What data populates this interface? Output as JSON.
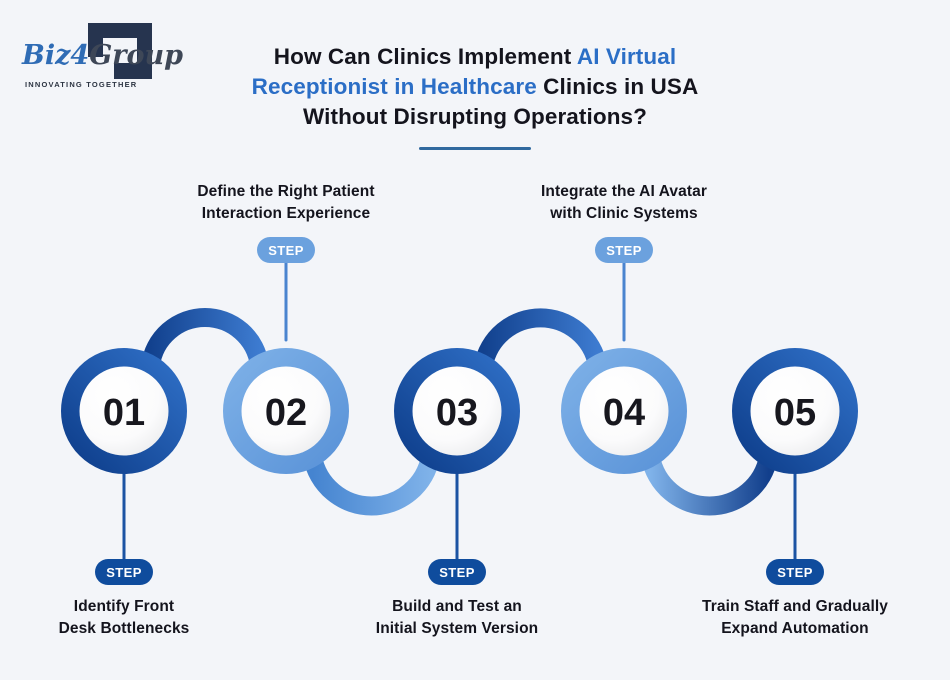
{
  "logo": {
    "brand_part1": "Biz",
    "brand_part2": "4",
    "brand_part3": "Group",
    "tagline": "INNOVATING TOGETHER",
    "bracket_icon_color": "#26344f",
    "brand_blue": "#2f6cb5",
    "brand_dark": "#3e4757"
  },
  "title": {
    "line1_dark": "How Can Clinics Implement ",
    "line1_blue": "AI Virtual",
    "line2_blue": "Receptionist in Healthcare",
    "line2_dark": " Clinics in USA",
    "line3_dark": "Without Disrupting Operations?",
    "accent_color": "#2b6ec6",
    "text_color": "#14141d",
    "divider_color": "#30699f"
  },
  "steps": [
    {
      "number": "01",
      "badge": "STEP",
      "label_line1": "Identify Front",
      "label_line2": "Desk Bottlenecks",
      "label_position": "bottom",
      "ring_style": "dark"
    },
    {
      "number": "02",
      "badge": "STEP",
      "label_line1": "Define the Right Patient",
      "label_line2": "Interaction Experience",
      "label_position": "top",
      "ring_style": "light"
    },
    {
      "number": "03",
      "badge": "STEP",
      "label_line1": "Build and Test an",
      "label_line2": "Initial System Version",
      "label_position": "bottom",
      "ring_style": "dark"
    },
    {
      "number": "04",
      "badge": "STEP",
      "label_line1": "Integrate the AI Avatar",
      "label_line2": "with Clinic Systems",
      "label_position": "top",
      "ring_style": "light"
    },
    {
      "number": "05",
      "badge": "STEP",
      "label_line1": "Train Staff and Gradually",
      "label_line2": "Expand Automation",
      "label_position": "bottom",
      "ring_style": "dark"
    }
  ],
  "colors": {
    "background": "#f3f5f9",
    "ring_dark_start": "#0e3e8b",
    "ring_dark_end": "#2f6fc6",
    "ring_light_start": "#7db0e7",
    "ring_light_end": "#5a93d8",
    "badge_light": "#6ba1de",
    "badge_dark": "#0f4c9d",
    "connector_top_line": "#4a84cf",
    "connector_bottom_line": "#1b53a3",
    "number_text": "#17171e"
  }
}
